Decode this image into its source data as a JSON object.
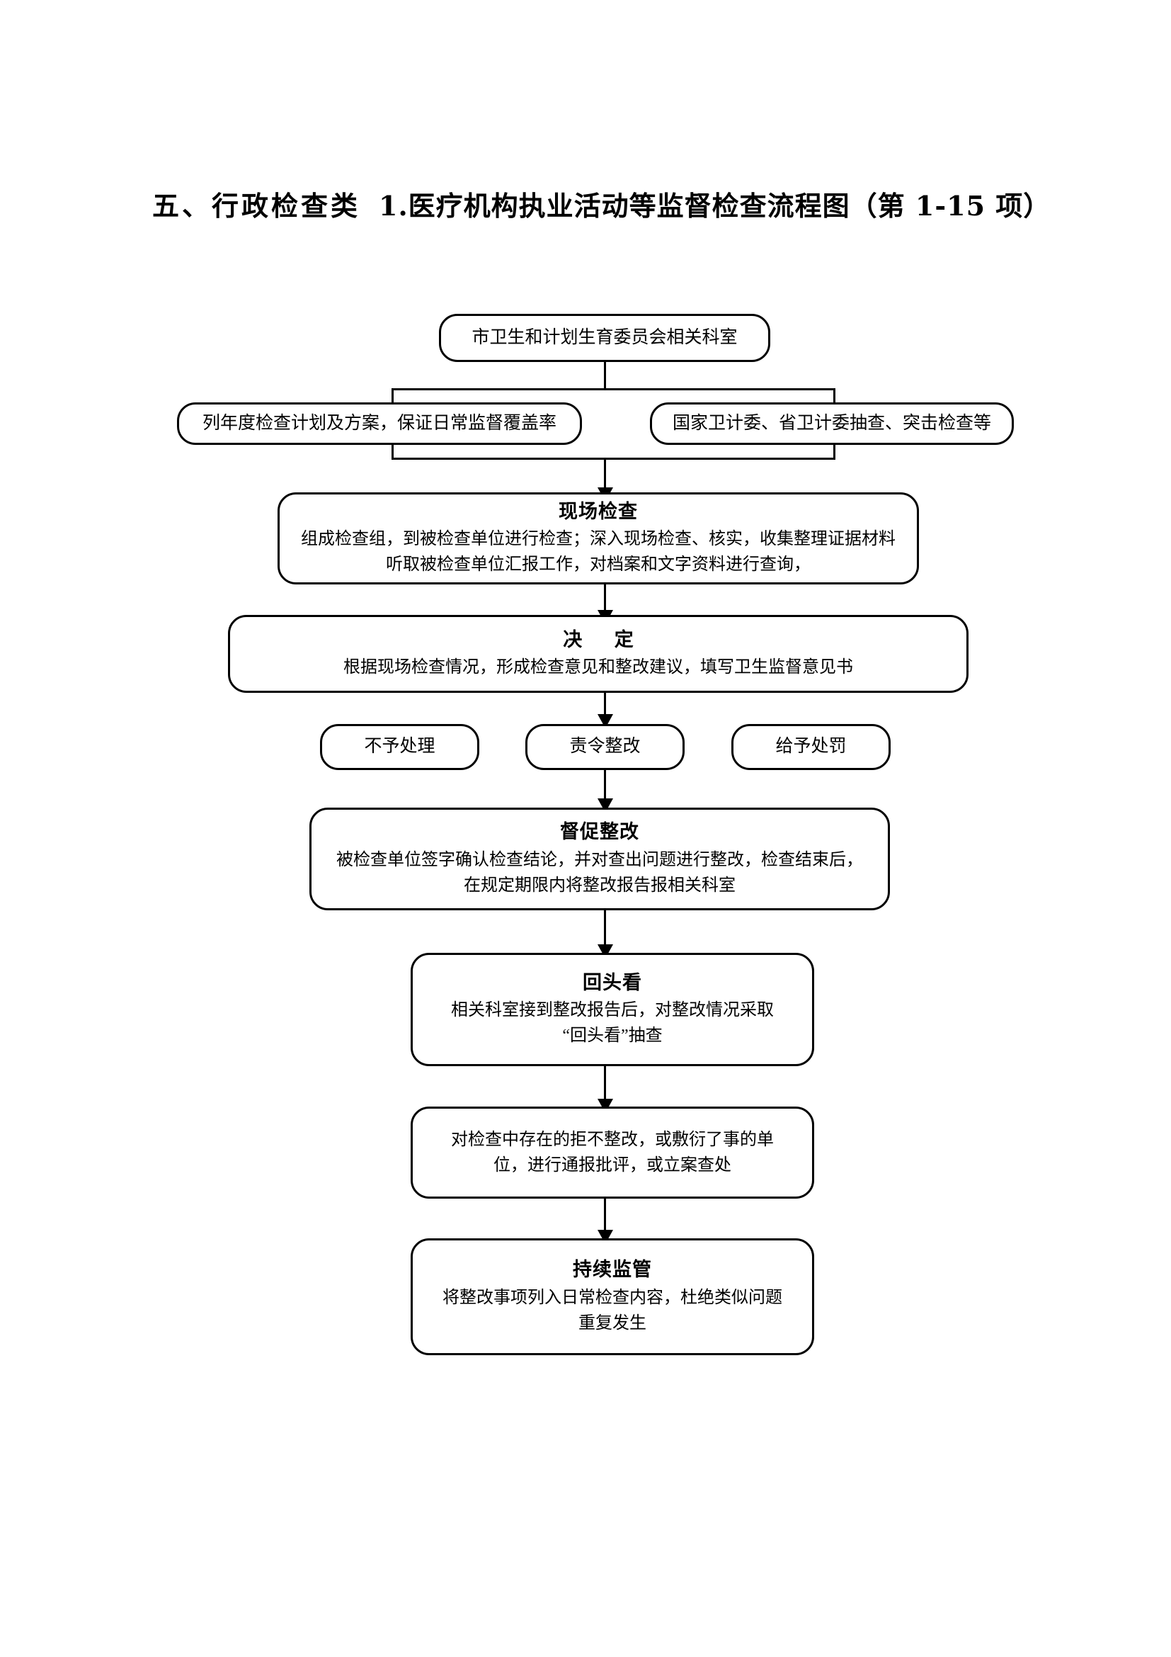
{
  "document": {
    "title_prefix": "五、行政检查类",
    "title_main": "1.医疗机构执业活动等监督检查流程图（第 1-15 项）"
  },
  "flowchart": {
    "type": "flowchart",
    "orientation": "top-to-bottom",
    "nodes": {
      "root": {
        "label": "市卫生和计划生育委员会相关科室"
      },
      "branch_left": {
        "label": "列年度检查计划及方案，保证日常监督覆盖率"
      },
      "branch_right": {
        "label": "国家卫计委、省卫计委抽查、突击检查等"
      },
      "onsite_inspection": {
        "title": "现场检查",
        "line1": "组成检查组，到被检查单位进行检查；深入现场检查、核实，收集整理证据材料",
        "line2": "听取被检查单位汇报工作，对档案和文字资料进行查询，"
      },
      "decision": {
        "title": "决 定",
        "line1": "根据现场检查情况，形成检查意见和整改建议，填写卫生监督意见书"
      },
      "outcome_none": {
        "label": "不予处理"
      },
      "outcome_rectify": {
        "label": "责令整改"
      },
      "outcome_penalty": {
        "label": "给予处罚"
      },
      "supervise_rectification": {
        "title": "督促整改",
        "line1": "被检查单位签字确认检查结论，并对查出问题进行整改，检查结束后，",
        "line2": "在规定期限内将整改报告报相关科室"
      },
      "look_back": {
        "title": "回头看",
        "line1": "相关科室接到整改报告后，对整改情况采取",
        "line2": "“回头看”抽查"
      },
      "enforcement": {
        "line1": "对检查中存在的拒不整改，或敷衍了事的单",
        "line2": "位，进行通报批评，或立案查处"
      },
      "continuous_supervision": {
        "title": "持续监管",
        "line1": "将整改事项列入日常检查内容，杜绝类似问题",
        "line2": "重复发生"
      }
    }
  }
}
